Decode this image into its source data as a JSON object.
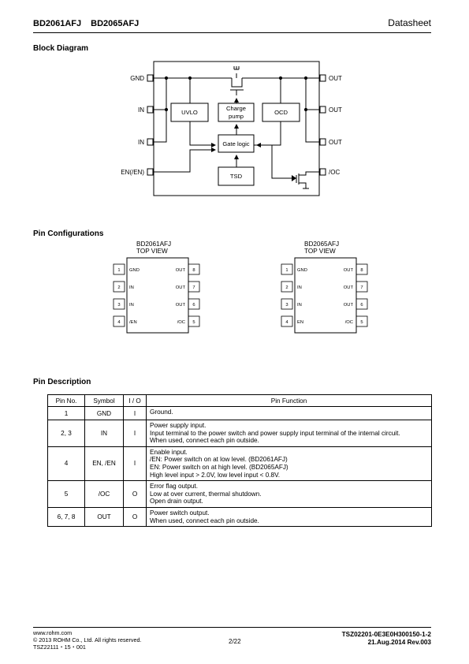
{
  "header": {
    "part_numbers": [
      "BD2061AFJ",
      "BD2065AFJ"
    ],
    "doc_type": "Datasheet"
  },
  "block_diagram": {
    "title": "Block Diagram",
    "left_pins": [
      "GND",
      "IN",
      "IN",
      "EN(/EN)"
    ],
    "right_pins": [
      "OUT",
      "OUT",
      "OUT",
      "/OC"
    ],
    "blocks": {
      "uvlo": "UVLO",
      "charge_pump_line1": "Charge",
      "charge_pump_line2": "pump",
      "ocd": "OCD",
      "gate_logic": "Gate logic",
      "tsd": "TSD"
    }
  },
  "pin_config": {
    "title": "Pin Configurations",
    "packages": [
      {
        "name": "BD2061AFJ",
        "view": "TOP VIEW",
        "left_pins": [
          {
            "num": "1",
            "name": "GND"
          },
          {
            "num": "2",
            "name": "IN"
          },
          {
            "num": "3",
            "name": "IN"
          },
          {
            "num": "4",
            "name": "/EN"
          }
        ],
        "right_pins": [
          {
            "num": "8",
            "name": "OUT"
          },
          {
            "num": "7",
            "name": "OUT"
          },
          {
            "num": "6",
            "name": "OUT"
          },
          {
            "num": "5",
            "name": "/OC"
          }
        ]
      },
      {
        "name": "BD2065AFJ",
        "view": "TOP VIEW",
        "left_pins": [
          {
            "num": "1",
            "name": "GND"
          },
          {
            "num": "2",
            "name": "IN"
          },
          {
            "num": "3",
            "name": "IN"
          },
          {
            "num": "4",
            "name": "EN"
          }
        ],
        "right_pins": [
          {
            "num": "8",
            "name": "OUT"
          },
          {
            "num": "7",
            "name": "OUT"
          },
          {
            "num": "6",
            "name": "OUT"
          },
          {
            "num": "5",
            "name": "/OC"
          }
        ]
      }
    ]
  },
  "pin_description": {
    "title": "Pin Description",
    "columns": [
      "Pin No.",
      "Symbol",
      "I / O",
      "Pin Function"
    ],
    "rows": [
      {
        "pin": "1",
        "symbol": "GND",
        "io": "I",
        "function": [
          "Ground."
        ]
      },
      {
        "pin": "2, 3",
        "symbol": "IN",
        "io": "I",
        "function": [
          "Power supply input.",
          "Input terminal to the power switch and power supply input terminal of the internal circuit.",
          "When used, connect each pin outside."
        ]
      },
      {
        "pin": "4",
        "symbol": "EN, /EN",
        "io": "I",
        "function": [
          "Enable input.",
          "/EN: Power switch on at low level. (BD2061AFJ)",
          "EN: Power switch on at high level. (BD2065AFJ)",
          "High level input > 2.0V, low level input < 0.8V."
        ]
      },
      {
        "pin": "5",
        "symbol": "/OC",
        "io": "O",
        "function": [
          "Error flag output.",
          "Low at over current, thermal shutdown.",
          "Open drain output."
        ]
      },
      {
        "pin": "6, 7, 8",
        "symbol": "OUT",
        "io": "O",
        "function": [
          "Power switch output.",
          "When used, connect each pin outside."
        ]
      }
    ]
  },
  "footer": {
    "website": "www.rohm.com",
    "copyright": "© 2013 ROHM Co., Ltd. All rights reserved.",
    "form_code": "TSZ22111・15・001",
    "page": "2/22",
    "doc_number": "TSZ02201-0E3E0H300150-1-2",
    "date_rev": "21.Aug.2014 Rev.003"
  }
}
